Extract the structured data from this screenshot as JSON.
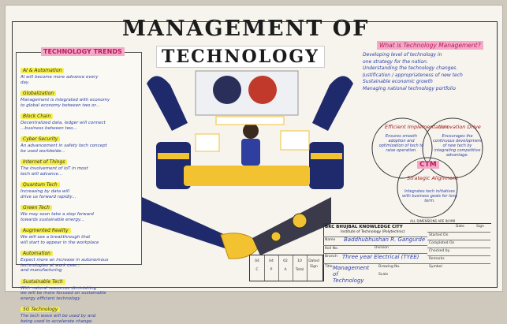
{
  "poster": {
    "title_line1": "MANAGEMENT OF",
    "title_line2": "TECHNOLOGY",
    "left_panel": {
      "title": "TECHNOLOGY TRENDS",
      "trends": [
        {
          "heading": "AI & Automation",
          "lines": [
            "AI will become more advance every",
            "day."
          ]
        },
        {
          "heading": "Globalization",
          "lines": [
            "Management is integrated with economy",
            "to global economy between two or..."
          ]
        },
        {
          "heading": "Block Chain",
          "lines": [
            "Decentralized data, ledger will connect",
            "...business between two..."
          ]
        },
        {
          "heading": "Cyber Security",
          "lines": [
            "An advancement in safety tech concept",
            "be used worldwide..."
          ]
        },
        {
          "heading": "Internet of Things",
          "lines": [
            "The involvement of IoT in most",
            "tech will advance..."
          ]
        },
        {
          "heading": "Quantum Tech",
          "lines": [
            "Increasing by data will",
            "drive us forward rapidly..."
          ]
        },
        {
          "heading": "Green Tech",
          "lines": [
            "We may soon take a step forward",
            "towards sustainable energy..."
          ]
        },
        {
          "heading": "Augmented Reality",
          "lines": [
            "We will see a breakthrough that",
            "will start to appear in the workplace"
          ]
        },
        {
          "heading": "Automation",
          "lines": [
            "Expect more an increase in autonomous",
            "technologies at work over...",
            "and manufacturing"
          ]
        },
        {
          "heading": "Sustainable Tech",
          "lines": [
            "With natural resources diminishing",
            "we will be more focused on sustainable",
            "energy efficient technology"
          ]
        },
        {
          "heading": "5G Technology",
          "lines": [
            "The tech wave will be used by and",
            "being used to accelerate change."
          ]
        }
      ]
    },
    "right_panel": {
      "title": "What is Technology Management?",
      "points": [
        "Developing level of technology in",
        "one strategy for the nation.",
        "Understanding the technology changes.",
        "Justification / appropriateness of new tech",
        "Sustainable economic growth",
        "Managing national technology portfolio"
      ]
    },
    "ctm": {
      "label": "CTM",
      "circles": [
        {
          "title": "Efficient Implementation",
          "text": "Ensures smooth adoption and optimization of tech to raise operation."
        },
        {
          "title": "Innovation Drive",
          "text": "Encourages the continuous development of new tech by integrating competitive advantage."
        },
        {
          "title": "Strategic Alignment",
          "text": "Integrates tech initiatives with business goals for long term."
        }
      ]
    },
    "dims_note": "ALL DIMENSIONS ARE IN MM"
  },
  "title_block": {
    "code": "BKC",
    "institution": "BHUJBAL KNOWLEDGE CITY",
    "subtitle": "Institute of Technology (Polytechnic)",
    "rows": [
      {
        "label": "Name",
        "value": "Baddhubhushan R. Gangurde"
      },
      {
        "label": "Roll No.",
        "value": ""
      },
      {
        "label": "Branch",
        "value": "Three year Electrical (TYEE)"
      },
      {
        "label": "Title",
        "value": "Management of Technology"
      }
    ],
    "right_labels": [
      "Date",
      "Sign",
      "Started On",
      "Completed On",
      "Checked by",
      "Remarks",
      "Symbol"
    ],
    "marks": [
      {
        "score": "04",
        "label": "C"
      },
      {
        "score": "04",
        "label": "P"
      },
      {
        "score": "02",
        "label": "A"
      },
      {
        "score": "10",
        "label": "Total"
      },
      {
        "score": "",
        "label": "Dated Sign"
      }
    ],
    "extra_labels": {
      "division": "Division",
      "drawing_no": "Drawing No.",
      "scale": "Scale"
    }
  },
  "colors": {
    "pink": "#f5a9c8",
    "yellow": "#f4ee4a",
    "navy": "#1e2a6b",
    "orange": "#f2c230",
    "ink_blue": "#2b3fa8",
    "ink_red": "#a22020"
  }
}
